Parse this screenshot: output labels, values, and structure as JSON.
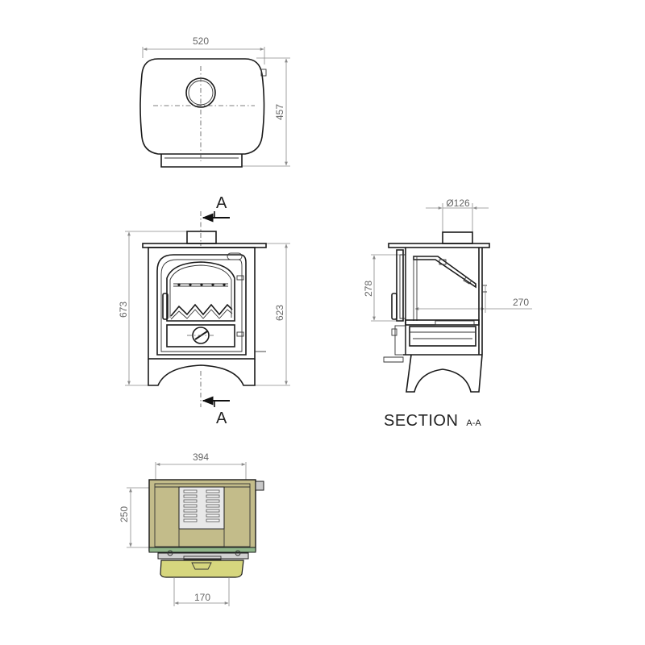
{
  "drawing": {
    "plan_view": {
      "width_dim": "520",
      "depth_dim": "457"
    },
    "front_view": {
      "height_total_dim": "673",
      "height_body_dim": "623",
      "section_marker_top": "A",
      "section_marker_bottom": "A"
    },
    "section_view": {
      "title": "SECTION",
      "title_suffix": "A-A",
      "flue_diameter_symbol": "Ø",
      "flue_diameter_dim": "126",
      "height_dim": "278",
      "depth_dim": "270"
    },
    "base_view": {
      "width_dim": "394",
      "depth_dim": "250",
      "opening_dim": "170"
    },
    "colors": {
      "line": "#1a1a1a",
      "dimension": "#8a8a8a",
      "base_fill": "#c3bc8a",
      "ashpan_fill": "#d6d67e",
      "grate_fill": "#e8e8e8",
      "rail_fill": "#8fb68a"
    }
  }
}
